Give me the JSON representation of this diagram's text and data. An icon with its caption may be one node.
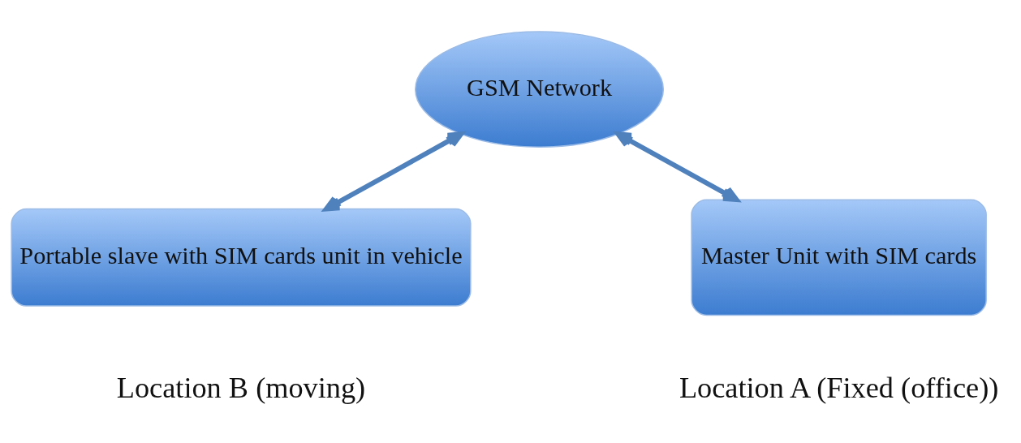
{
  "diagram": {
    "nodes": [
      {
        "text": [
          "GSM Network"
        ]
      },
      {
        "text": [
          "Master Unit with SIM cards"
        ]
      },
      {
        "text": [
          "Portable slave with SIM cards unit in vehicle"
        ]
      }
    ],
    "edges": [
      {
        "from": 1,
        "to": 0,
        "arrow": "both"
      },
      {
        "from": 0,
        "to": 2,
        "arrow": "both"
      }
    ],
    "labels": [
      "Location B (moving)",
      "Location A (Fixed (office))"
    ]
  }
}
